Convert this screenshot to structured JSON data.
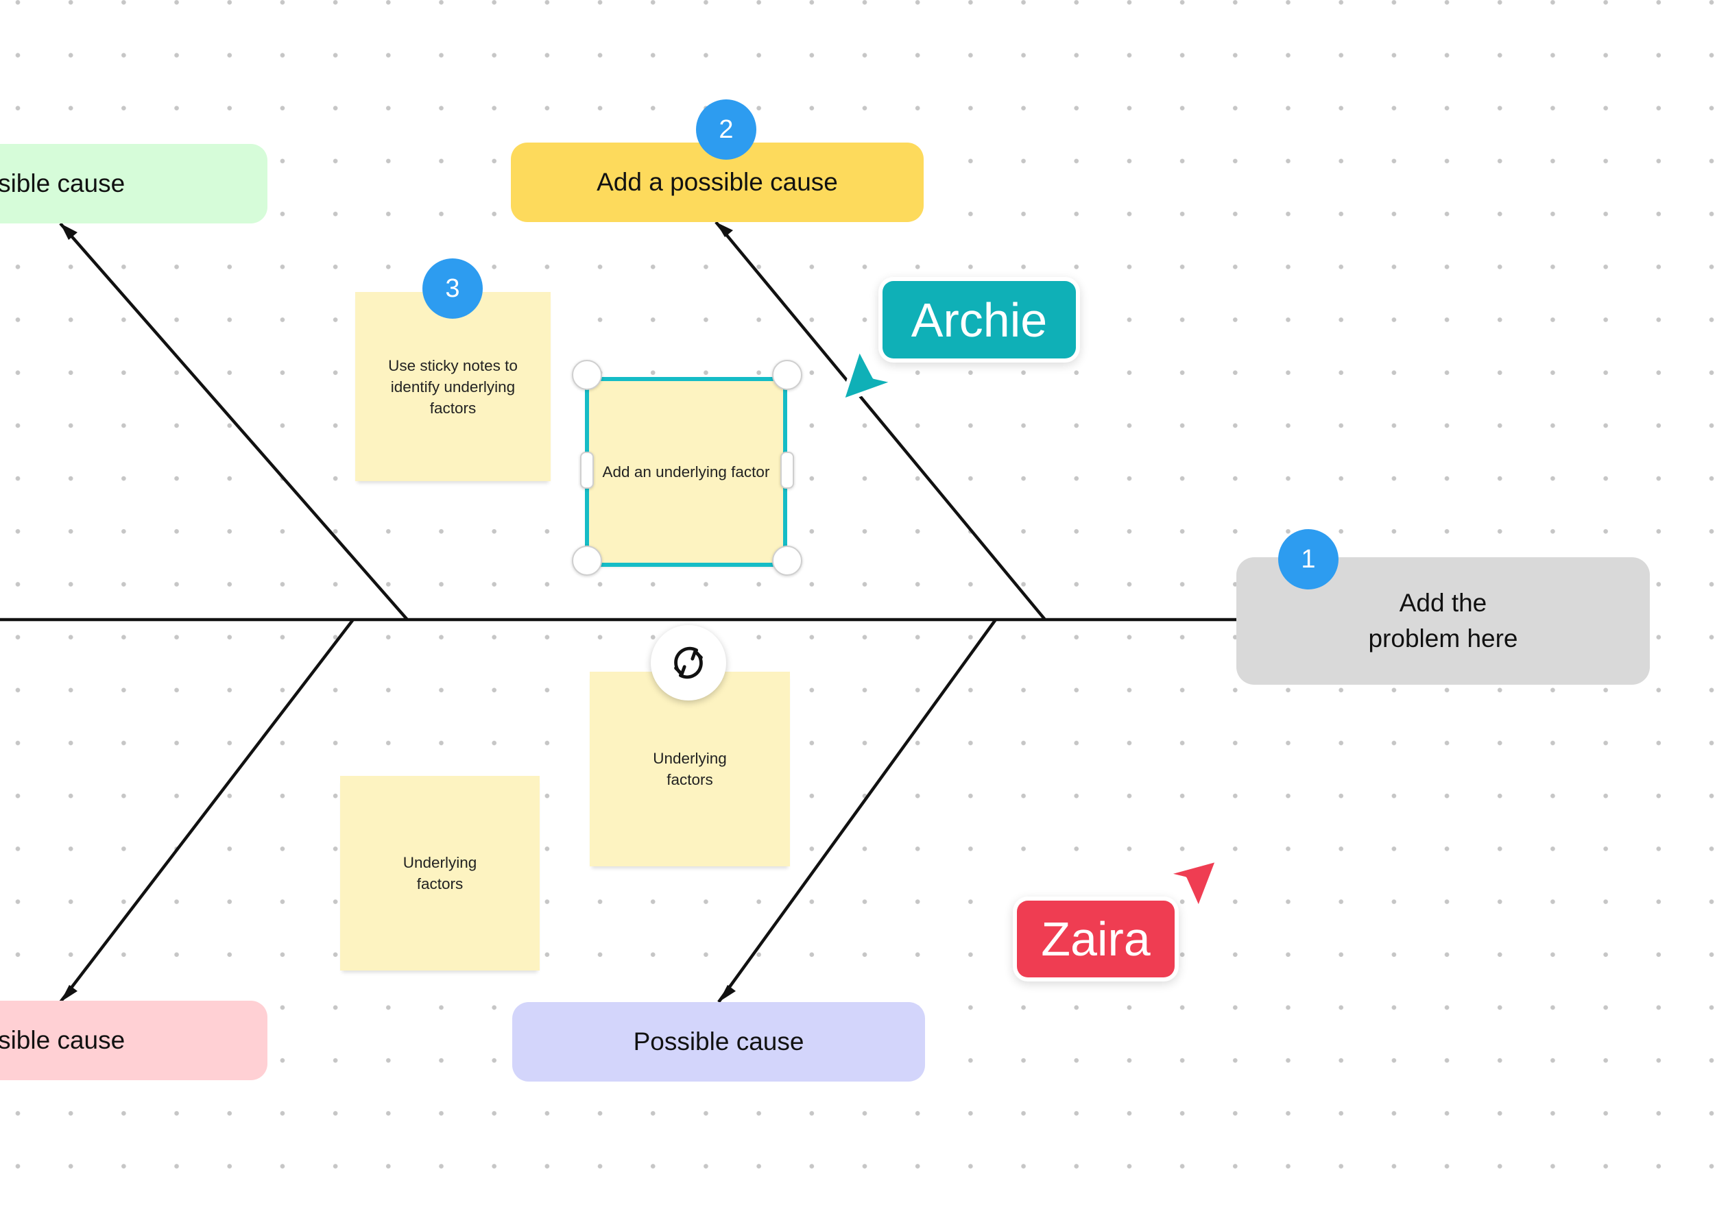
{
  "causes": [
    {
      "id": "top-left",
      "label": "ossible cause",
      "color": "#d6fcd9"
    },
    {
      "id": "top-center",
      "label": "Add a possible cause",
      "color": "#fdda5c"
    },
    {
      "id": "bottom-left",
      "label": "ossible cause",
      "color": "#ffd0d4"
    },
    {
      "id": "bottom-center",
      "label": "Possible cause",
      "color": "#d3d5fb"
    }
  ],
  "problem": {
    "label": "Add the\nproblem here",
    "color": "#d9d9d9"
  },
  "sticky_notes": [
    {
      "id": "instructions",
      "text": "Use sticky notes to\nidentify underlying\nfactors"
    },
    {
      "id": "selected",
      "text": "Add an underlying factor"
    },
    {
      "id": "bottom-center",
      "text": "Underlying\nfactors"
    },
    {
      "id": "bottom-left",
      "text": "Underlying\nfactors"
    }
  ],
  "badges": [
    "1",
    "2",
    "3"
  ],
  "collaborators": [
    {
      "name": "Archie",
      "color": "#0fb0b7"
    },
    {
      "name": "Zaira",
      "color": "#ef3d52"
    }
  ],
  "colors": {
    "badge": "#2d9cf0",
    "selection": "#15bcc6",
    "sticky": "#fdf3c1",
    "line": "#111111"
  },
  "icons": {
    "rotate": "rotate-icon",
    "arrowhead": "arrowhead-icon",
    "cursor": "cursor-pointer-icon"
  }
}
